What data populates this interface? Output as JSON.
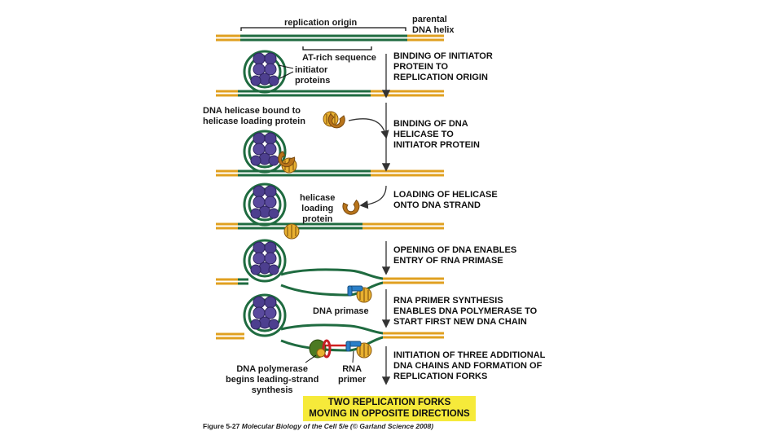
{
  "labels": {
    "replication_origin": "replication origin",
    "parental_dna_helix": "parental\nDNA helix",
    "at_rich_sequence": "AT-rich sequence",
    "initiator_proteins": "initiator\nproteins",
    "helicase_bound": "DNA helicase bound to\nhelicase loading protein",
    "helicase_loading_protein": "helicase\nloading\nprotein",
    "dna_primase": "DNA primase",
    "dna_polymerase": "DNA polymerase\nbegins leading-strand\nsynthesis",
    "rna_primer": "RNA\nprimer"
  },
  "steps": [
    "BINDING OF INITIATOR\nPROTEIN TO\nREPLICATION ORIGIN",
    "BINDING OF DNA\nHELICASE TO\nINITIATOR PROTEIN",
    "LOADING OF HELICASE\nONTO DNA STRAND",
    "OPENING OF DNA ENABLES\nENTRY OF RNA PRIMASE",
    "RNA PRIMER SYNTHESIS\nENABLES DNA POLYMERASE TO\nSTART FIRST NEW DNA CHAIN",
    "INITIATION OF THREE ADDITIONAL\nDNA CHAINS AND FORMATION OF\nREPLICATION FORKS"
  ],
  "result": "TWO REPLICATION FORKS\nMOVING IN OPPOSITE DIRECTIONS",
  "caption": {
    "figure": "Figure 5-27",
    "text": "Molecular Biology of the Cell 5/e (© Garland Science 2008)"
  },
  "colors": {
    "parental_strand": "#e0a020",
    "origin_strand": "#1f6b40",
    "initiator_protein": "#4d3f8f",
    "helicase": "#e8b030",
    "helicase_loader": "#b8741a",
    "primase": "#2a7fc8",
    "polymerase": "#4c7a22",
    "clamp": "#c81d25",
    "arrow": "#333333",
    "result_box": "#f6ea3a"
  }
}
